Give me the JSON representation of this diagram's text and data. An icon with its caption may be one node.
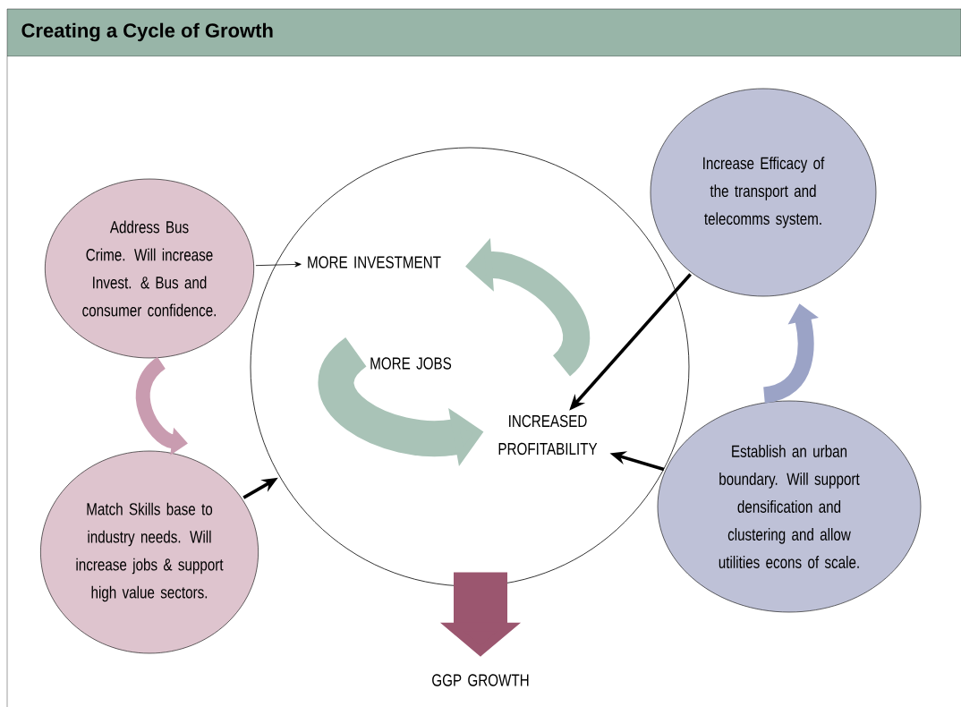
{
  "diagram": {
    "title": "Creating a Cycle of Growth",
    "nodes": [
      {
        "text": [],
        "shape": "circle"
      },
      {
        "text": [
          "MORE INVESTMENT"
        ],
        "in": 0
      },
      {
        "text": [
          "MORE JOBS"
        ],
        "in": 0
      },
      {
        "text": [
          "INCREASED PROFITABILITY"
        ],
        "in": 0
      },
      {
        "text": [
          "Address Bus Crime. Will increase Invest. & Bus and consumer confidence."
        ]
      },
      {
        "text": [
          "Match Skills base to industry needs. Will increase jobs & support high value sectors."
        ]
      },
      {
        "text": [
          "Increase Efficacy of the transport and telecomms system."
        ]
      },
      {
        "text": [
          "Establish an urban boundary. Will support densification and clustering and allow utilities econs of scale."
        ]
      },
      {
        "text": [
          "GGP GROWTH"
        ]
      }
    ],
    "edges": [
      {
        "from": 4,
        "to": 1,
        "arrow": "to"
      },
      {
        "from": 5,
        "to": 0,
        "arrow": "to"
      },
      {
        "from": 6,
        "to": 3,
        "arrow": "to"
      },
      {
        "from": 7,
        "to": 3,
        "arrow": "to"
      },
      {
        "from": 4,
        "to": 5,
        "arrow": "to",
        "color": "#c99cb0"
      },
      {
        "from": 7,
        "to": 6,
        "arrow": "to",
        "color": "#9ba3c6"
      },
      {
        "from": 2,
        "to": 3,
        "arrow": "to",
        "style": "thick",
        "color": "#a9c3b7"
      },
      {
        "from": 3,
        "to": 1,
        "arrow": "to",
        "style": "thick",
        "color": "#a9c3b7"
      },
      {
        "from": 0,
        "to": 8,
        "arrow": "to",
        "style": "thick",
        "color": "#9b566f"
      }
    ]
  }
}
